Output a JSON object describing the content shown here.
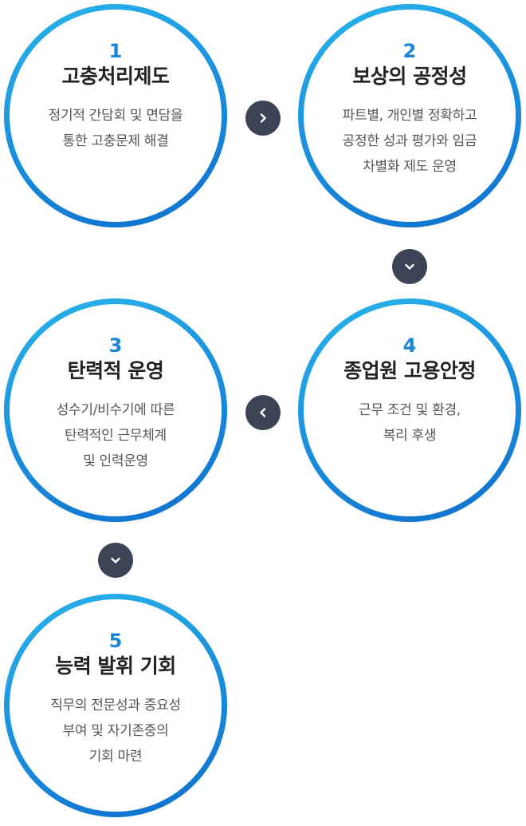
{
  "steps": [
    {
      "number": "1",
      "title": "고충처리제도",
      "lines": [
        "정기적 간담회 및 면담을",
        "통한 고충문제 해결"
      ]
    },
    {
      "number": "2",
      "title": "보상의 공정성",
      "lines": [
        "파트별, 개인별 정확하고",
        "공정한 성과 평가와 임금",
        "차별화 제도 운영"
      ]
    },
    {
      "number": "3",
      "title": "탄력적 운영",
      "lines": [
        "성수기/비수기에 따른",
        "탄력적인 근무체계",
        "및 인력운영"
      ]
    },
    {
      "number": "4",
      "title": "종업원 고용안정",
      "lines": [
        "근무 조건 및 환경,",
        "복리 후생"
      ]
    },
    {
      "number": "5",
      "title": "능력 발휘 기회",
      "lines": [
        "직무의 전문성과 중요성",
        "부여 및 자기존중의",
        "기회 마련"
      ]
    }
  ],
  "colors": {
    "ring_start": "#29b6ea",
    "ring_end": "#0f6fcd",
    "number": "#1a86d6",
    "title": "#222222",
    "description": "#555555",
    "arrow_bg": "#3c4354"
  },
  "arrows": [
    {
      "from": "1",
      "to": "2",
      "icon": "chevron-right-icon"
    },
    {
      "from": "2",
      "to": "4",
      "icon": "chevron-down-icon"
    },
    {
      "from": "4",
      "to": "3",
      "icon": "chevron-left-icon"
    },
    {
      "from": "3",
      "to": "5",
      "icon": "chevron-down-icon"
    }
  ]
}
